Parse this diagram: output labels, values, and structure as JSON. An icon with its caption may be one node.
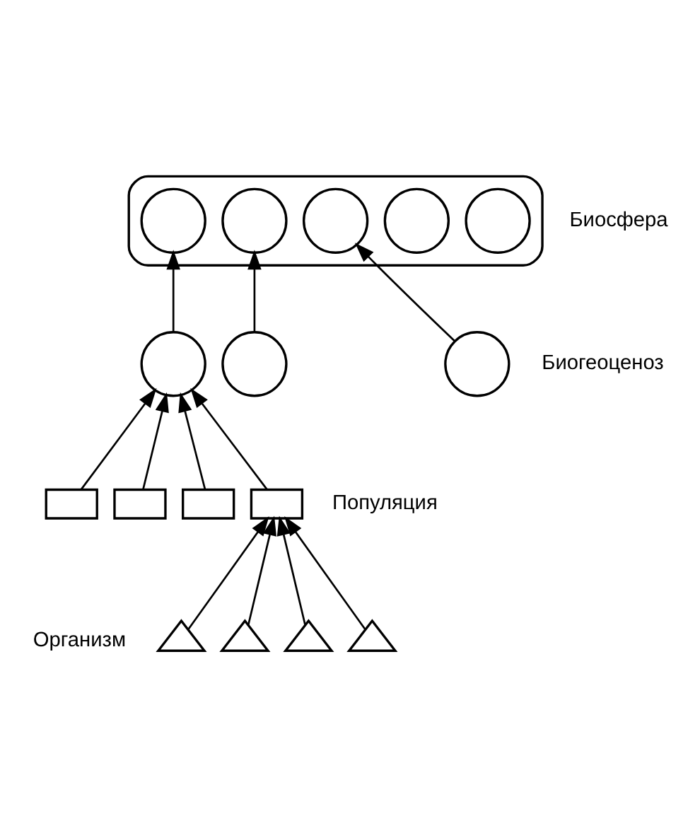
{
  "diagram": {
    "nodes": [
      {
        "text": [],
        "shape": "arc"
      },
      {
        "text": [],
        "shape": "circle",
        "in": 0
      },
      {
        "text": [],
        "shape": "circle",
        "in": 0
      },
      {
        "text": [],
        "shape": "circle",
        "in": 0
      },
      {
        "text": [],
        "shape": "circle",
        "in": 0
      },
      {
        "text": [],
        "shape": "circle",
        "in": 0
      },
      {
        "text": [],
        "shape": "circle"
      },
      {
        "text": [],
        "shape": "circle"
      },
      {
        "text": [],
        "shape": "circle"
      },
      {
        "text": [],
        "shape": "box"
      },
      {
        "text": [],
        "shape": "box"
      },
      {
        "text": [],
        "shape": "box"
      },
      {
        "text": [],
        "shape": "box"
      },
      {
        "text": [],
        "shape": "triangle"
      },
      {
        "text": [],
        "shape": "triangle"
      },
      {
        "text": [],
        "shape": "triangle"
      },
      {
        "text": [],
        "shape": "triangle"
      }
    ],
    "edges": [
      {
        "from": 6,
        "to": 1,
        "arrow": "to"
      },
      {
        "from": 7,
        "to": 2,
        "arrow": "to"
      },
      {
        "from": 8,
        "to": 3,
        "arrow": "to"
      },
      {
        "from": 9,
        "to": 6,
        "arrow": "to"
      },
      {
        "from": 10,
        "to": 6,
        "arrow": "to"
      },
      {
        "from": 11,
        "to": 6,
        "arrow": "to"
      },
      {
        "from": 12,
        "to": 6,
        "arrow": "to"
      },
      {
        "from": 13,
        "to": 12,
        "arrow": "to"
      },
      {
        "from": 14,
        "to": 12,
        "arrow": "to"
      },
      {
        "from": 15,
        "to": 12,
        "arrow": "to"
      },
      {
        "from": 16,
        "to": 12,
        "arrow": "to"
      }
    ],
    "labels": [
      "Биосфера",
      "Биогеоценоз",
      "Популяция",
      "Организм"
    ]
  }
}
